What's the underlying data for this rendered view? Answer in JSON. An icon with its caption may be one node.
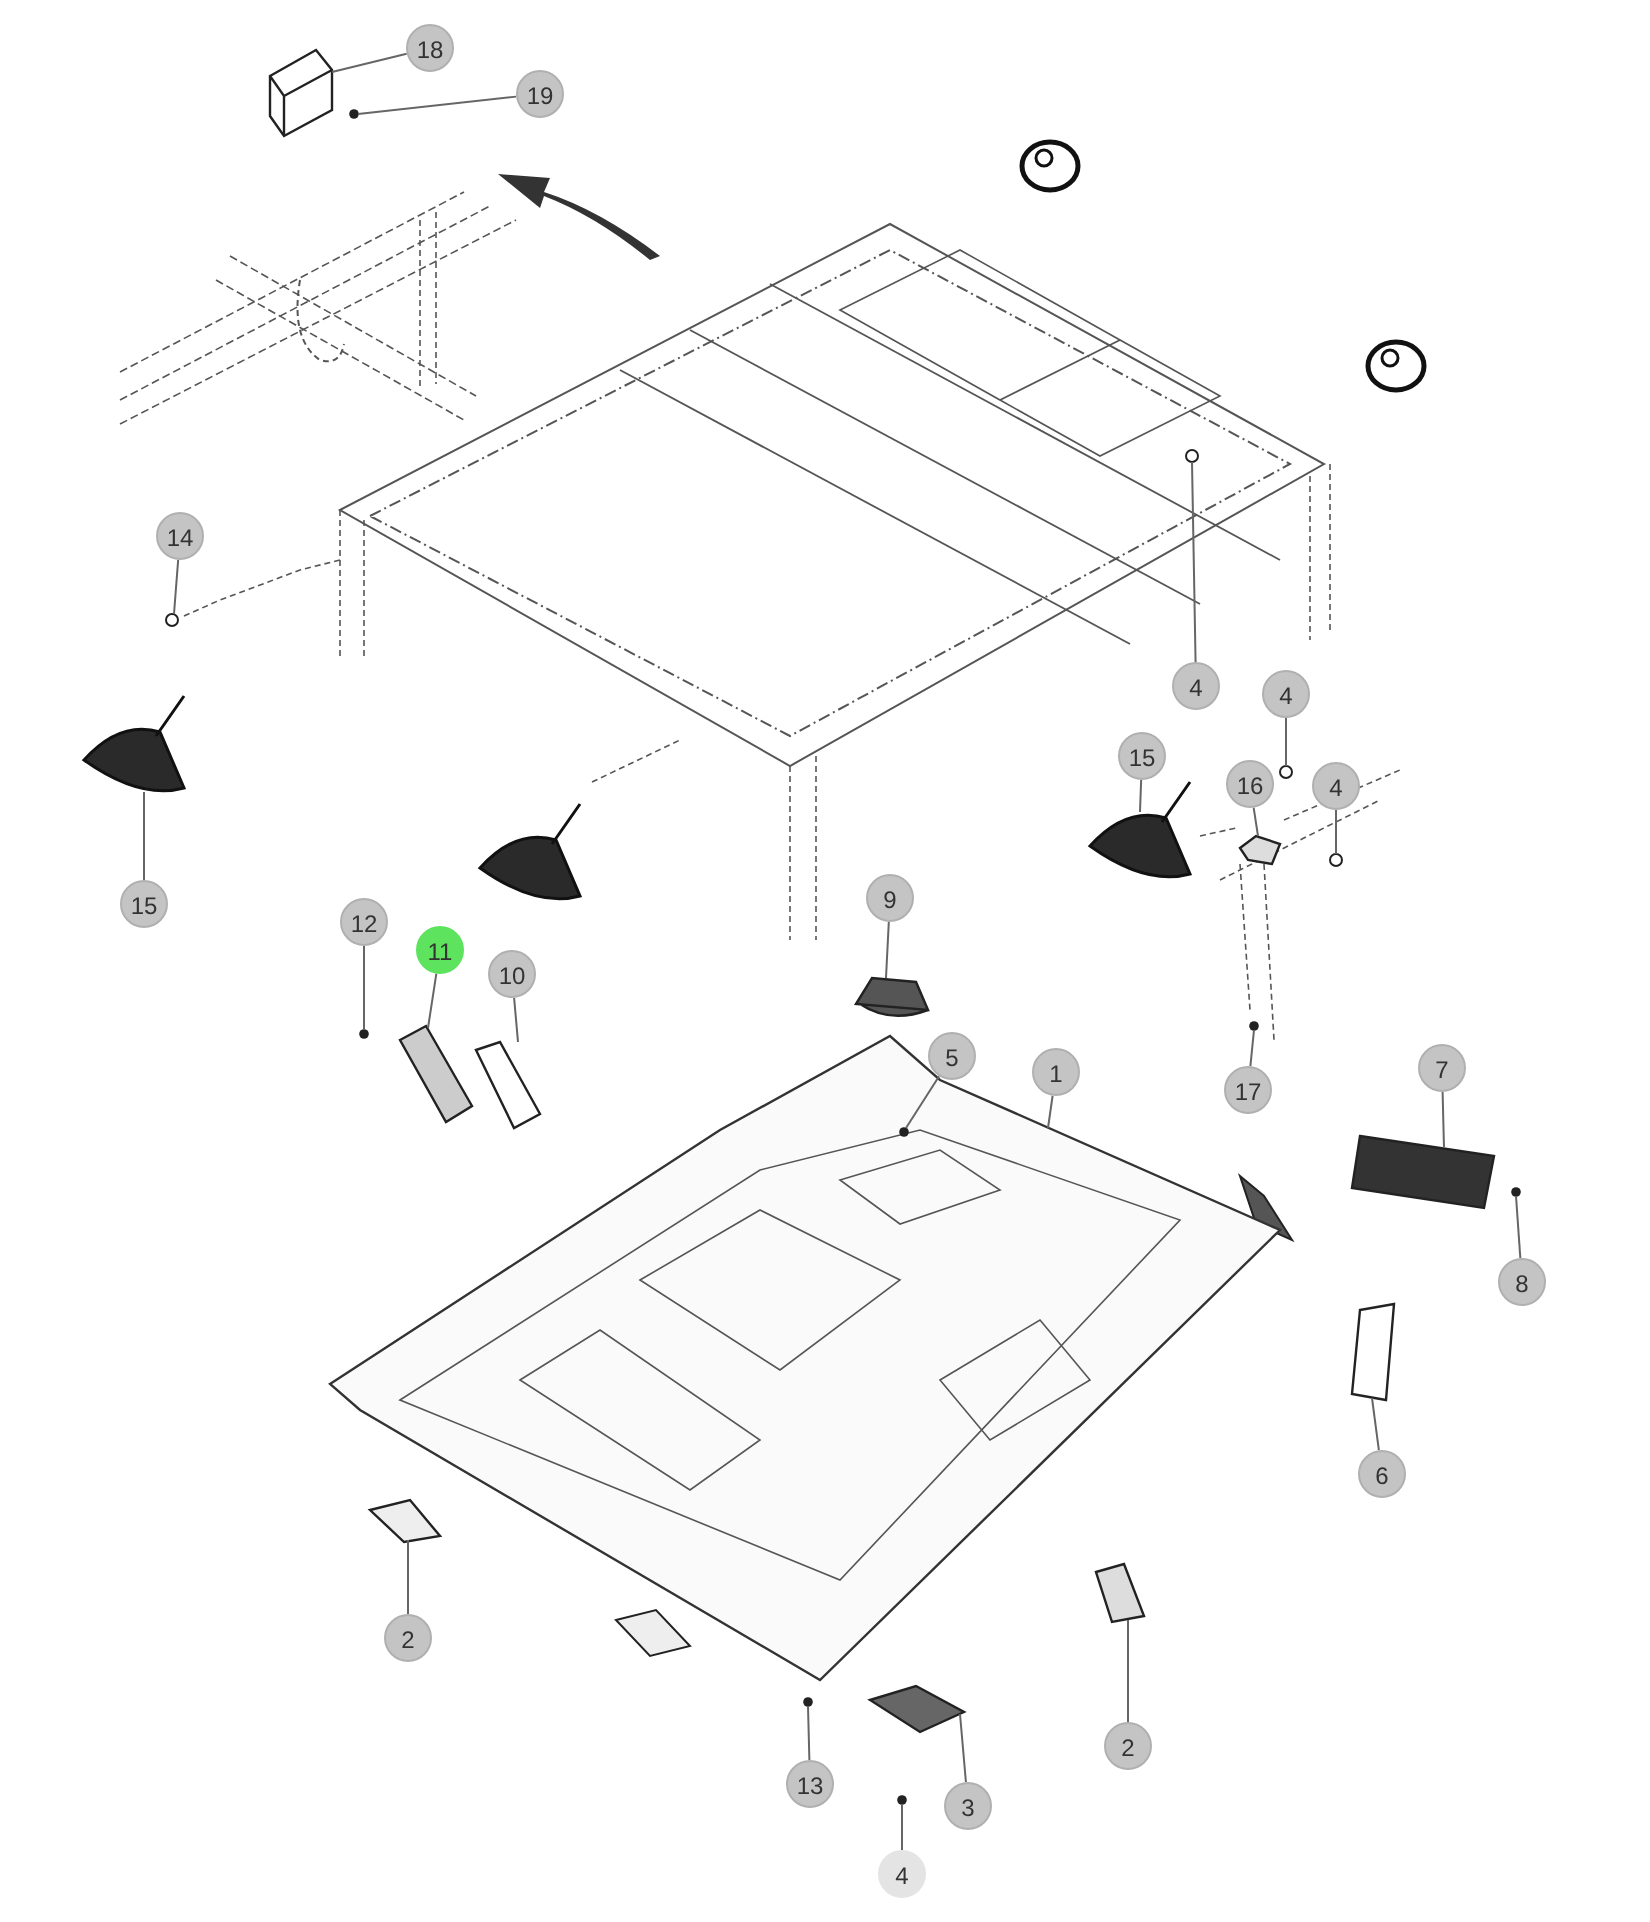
{
  "diagram": {
    "nodes": [
      {
        "text": [
          "18"
        ]
      },
      {
        "text": [
          "19"
        ]
      },
      {
        "text": [
          "14"
        ]
      },
      {
        "text": [
          "4"
        ]
      },
      {
        "text": [
          "4"
        ]
      },
      {
        "text": [
          "15"
        ]
      },
      {
        "text": [
          "16"
        ]
      },
      {
        "text": [
          "4"
        ]
      },
      {
        "text": [
          "9"
        ]
      },
      {
        "text": [
          "15"
        ]
      },
      {
        "text": [
          "12"
        ]
      },
      {
        "text": [
          "11"
        ]
      },
      {
        "text": [
          "10"
        ]
      },
      {
        "text": [
          "5"
        ]
      },
      {
        "text": [
          "1"
        ]
      },
      {
        "text": [
          "7"
        ]
      },
      {
        "text": [
          "17"
        ]
      },
      {
        "text": [
          "8"
        ]
      },
      {
        "text": [
          "6"
        ]
      },
      {
        "text": [
          "2"
        ]
      },
      {
        "text": [
          "2"
        ]
      },
      {
        "text": [
          "13"
        ]
      },
      {
        "text": [
          "3"
        ]
      },
      {
        "text": [
          "4"
        ]
      },
      {
        "text": [],
        "shape": "picture"
      },
      {
        "text": [],
        "shape": "circle"
      },
      {
        "text": [],
        "shape": "circle"
      },
      {
        "text": [],
        "shape": "circle"
      },
      {
        "text": [],
        "shape": "circle"
      },
      {
        "text": [],
        "shape": "picture"
      },
      {
        "text": [],
        "shape": "picture"
      },
      {
        "text": [],
        "shape": "circle"
      },
      {
        "text": [],
        "shape": "picture"
      },
      {
        "text": [],
        "shape": "picture"
      },
      {
        "text": [],
        "shape": "circle"
      },
      {
        "text": [],
        "shape": "picture"
      },
      {
        "text": [],
        "shape": "picture"
      },
      {
        "text": [],
        "shape": "picture"
      },
      {
        "text": [],
        "shape": "circle",
        "in": 37
      },
      {
        "text": [],
        "shape": "picture"
      },
      {
        "text": [],
        "shape": "circle"
      },
      {
        "text": [],
        "shape": "circle"
      },
      {
        "text": [],
        "shape": "picture"
      },
      {
        "text": [],
        "shape": "picture"
      },
      {
        "text": [],
        "shape": "picture"
      },
      {
        "text": [],
        "shape": "circle"
      },
      {
        "text": [],
        "shape": "picture"
      },
      {
        "text": [],
        "shape": "circle"
      }
    ],
    "edges": [
      {
        "from": 0,
        "to": 24,
        "arrow": "none"
      },
      {
        "from": 1,
        "to": 25,
        "arrow": "none"
      },
      {
        "from": 2,
        "to": 26,
        "arrow": "none"
      },
      {
        "from": 3,
        "to": 27,
        "arrow": "none"
      },
      {
        "from": 4,
        "to": 28,
        "arrow": "none"
      },
      {
        "from": 5,
        "to": 29,
        "arrow": "none"
      },
      {
        "from": 6,
        "to": 30,
        "arrow": "none"
      },
      {
        "from": 7,
        "to": 31,
        "arrow": "none"
      },
      {
        "from": 8,
        "to": 32,
        "arrow": "none"
      },
      {
        "from": 9,
        "to": 33,
        "arrow": "none"
      },
      {
        "from": 10,
        "to": 34,
        "arrow": "none"
      },
      {
        "from": 11,
        "to": 35,
        "arrow": "none"
      },
      {
        "from": 12,
        "to": 36,
        "arrow": "none"
      },
      {
        "from": 13,
        "to": 38,
        "arrow": "none"
      },
      {
        "from": 14,
        "to": 37,
        "arrow": "none"
      },
      {
        "from": 15,
        "to": 39,
        "arrow": "none"
      },
      {
        "from": 16,
        "to": 40,
        "arrow": "none"
      },
      {
        "from": 17,
        "to": 41,
        "arrow": "none"
      },
      {
        "from": 18,
        "to": 42,
        "arrow": "none"
      },
      {
        "from": 19,
        "to": 43,
        "arrow": "none"
      },
      {
        "from": 20,
        "to": 44,
        "arrow": "none"
      },
      {
        "from": 21,
        "to": 45,
        "arrow": "none"
      },
      {
        "from": 22,
        "to": 46,
        "arrow": "none"
      },
      {
        "from": 23,
        "to": 47,
        "arrow": "none"
      }
    ]
  }
}
